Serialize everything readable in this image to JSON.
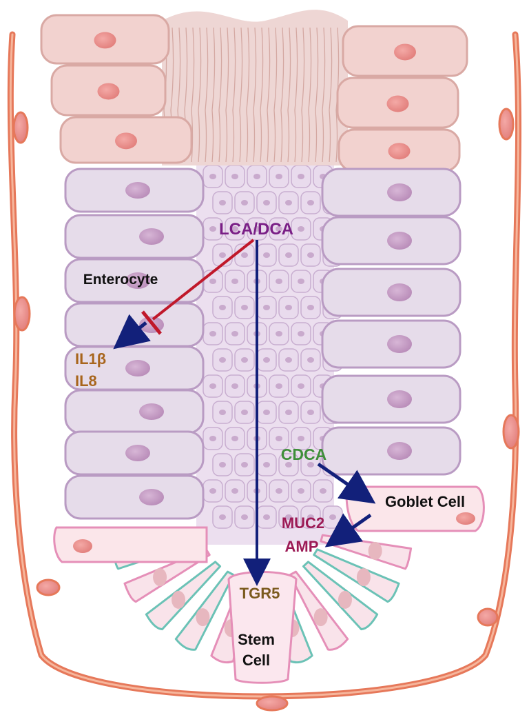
{
  "labels": {
    "lca_dca": "LCA/DCA",
    "enterocyte": "Enterocyte",
    "il1b": "IL1β",
    "il8": "IL8",
    "cdca": "CDCA",
    "goblet_cell": "Goblet Cell",
    "muc2": "MUC2",
    "amp": "AMP",
    "tgr5": "TGR5",
    "stem_line1": "Stem",
    "stem_line2": "Cell"
  },
  "colors": {
    "bile_acid_purple": "#7a1f86",
    "cytokine_brown": "#a8651c",
    "cdca_green": "#3f8f3a",
    "mucin_magenta": "#9c1a55",
    "tgr5_brown": "#7b5a1e",
    "inhibit_red": "#c0182a",
    "activate_navy": "#12207a",
    "enterocyte_fill": "#e6dcea",
    "enterocyte_stroke": "#b99bc3",
    "villus_fill": "#f2d2cf",
    "villus_stroke": "#d9a9a4",
    "goblet_stroke": "#e58fb8",
    "stem_stroke": "#6bc2b6",
    "lamina_stroke": "#e6785a"
  },
  "icons": [
    "inhibition-bar",
    "activation-arrowhead"
  ]
}
